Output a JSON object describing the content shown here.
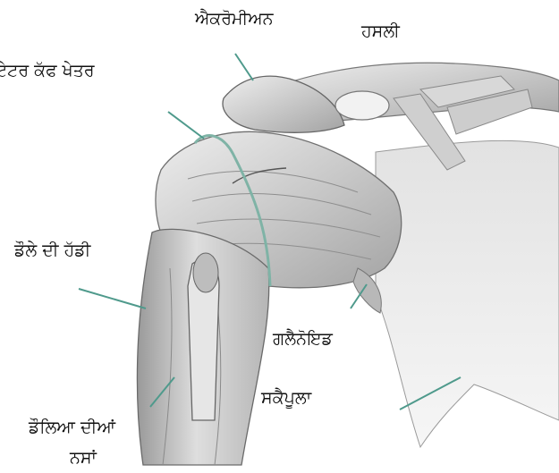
{
  "labels": {
    "acromion": "ਐਕਰੋਮੀਅਨ",
    "clavicle": "ਹਸਲੀ",
    "rotator_cuff": "ਟੇਟਰ ਕੱਫ ਖੇਤਰ",
    "humerus": "ਡੌਲੇ ਦੀ ਹੱਡੀ",
    "glenoid": "ਗਲੈਨੋਇਡ",
    "scapula": "ਸਕੈਪੂਲਾ",
    "biceps_tendons_line1": "ਡੌਲਿਆ ਦੀਆਂ",
    "biceps_tendons_line2": "ਨਸਾਂ"
  },
  "colors": {
    "leader_line": "#4f9a8c",
    "rotator_cuff_outline": "#7fb3a6",
    "bone_tissue": "#d6d6d6",
    "shadow": "#8a8a8a"
  }
}
